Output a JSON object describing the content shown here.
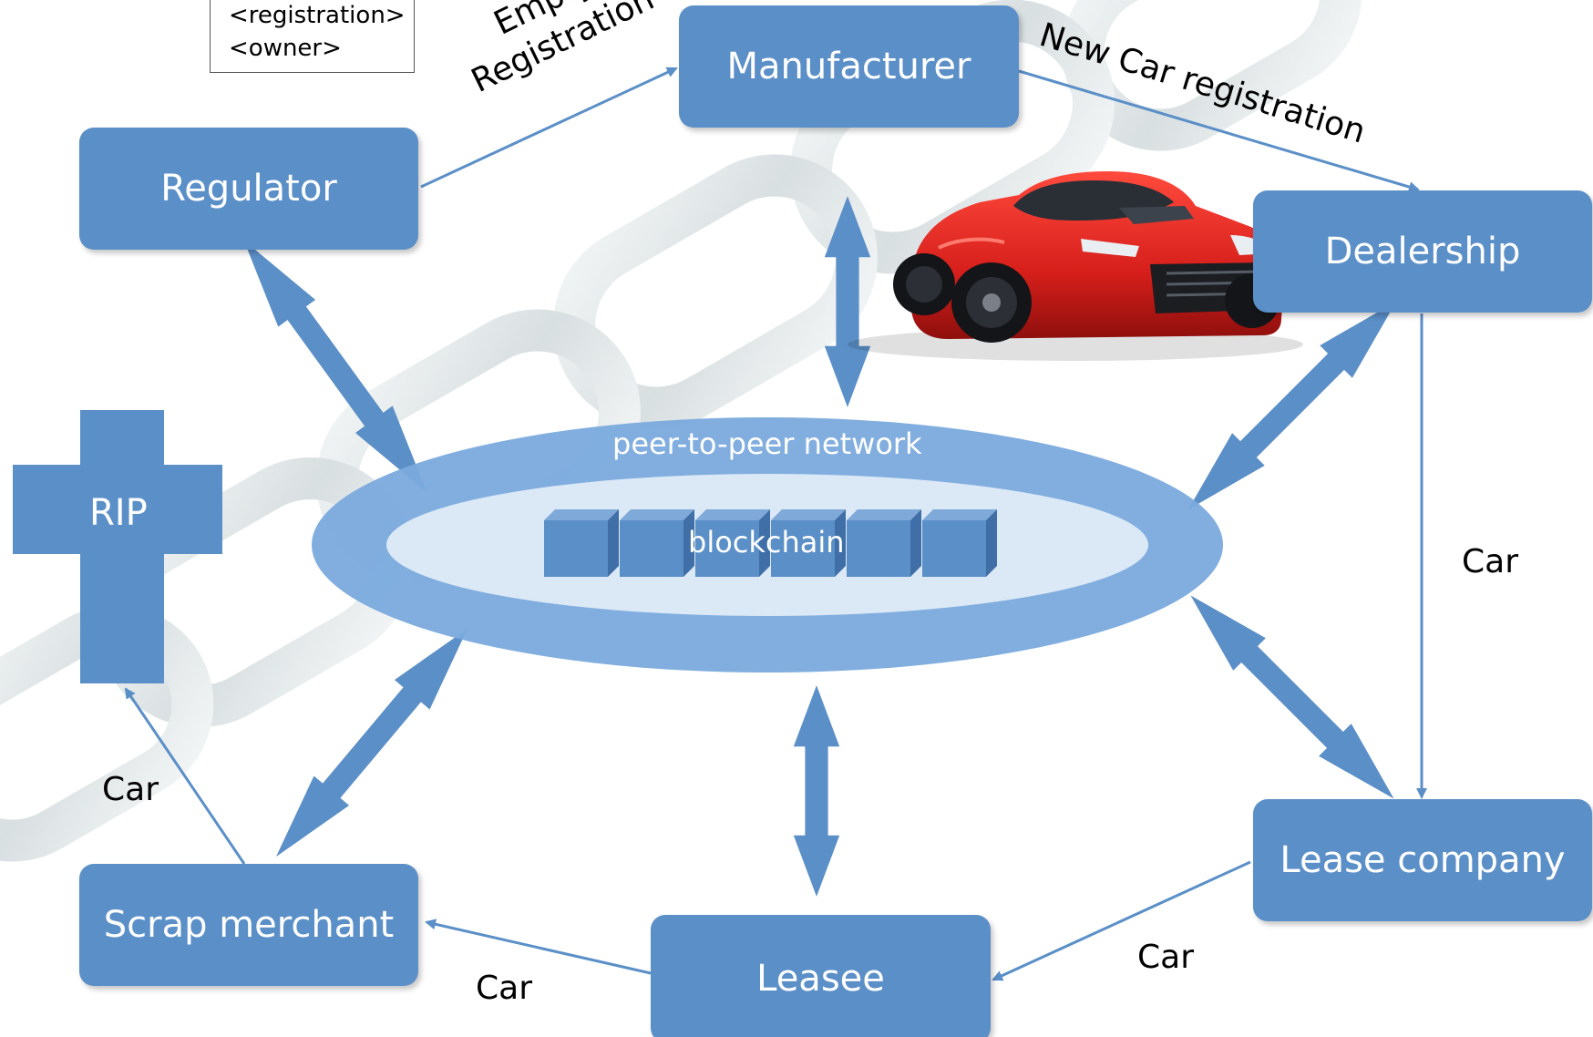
{
  "note": {
    "lines": [
      "<registration>",
      "<owner>"
    ]
  },
  "nodes": {
    "regulator": "Regulator",
    "manufacturer": "Manufacturer",
    "dealership": "Dealership",
    "lease_company": "Lease company",
    "leasee": "Leasee",
    "scrap_merchant": "Scrap merchant",
    "rip": "RIP"
  },
  "network": {
    "ring_label": "peer-to-peer network",
    "chain_label": "blockchain",
    "block_count": 6
  },
  "edges": {
    "regulator_to_manufacturer": [
      "Empty",
      "Registration"
    ],
    "manufacturer_to_dealership": "New Car registration",
    "dealership_to_lease_company": "Car",
    "lease_company_to_leasee": "Car",
    "leasee_to_scrap_merchant": "Car",
    "scrap_merchant_to_rip": "Car"
  },
  "illustration": "red-sports-car",
  "colors": {
    "node": "#5b8fc7",
    "ring": "#7aaadd",
    "ring_inner": "#ffffff",
    "block_front": "#5b8fc7",
    "block_top": "#7fa9d8",
    "block_side": "#3f6fa6",
    "arrow": "#5b8fc7",
    "connector": "#5b8fc7",
    "car_body": "#e0231f",
    "chain_backdrop": "#c9d4d6"
  }
}
